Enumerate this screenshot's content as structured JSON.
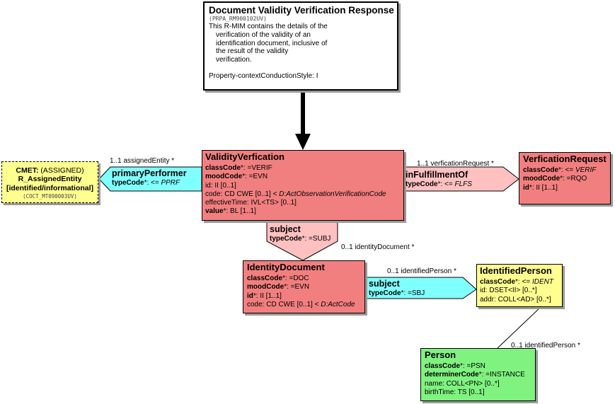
{
  "header": {
    "title": "Document Validity Verification Response",
    "id": "(PRPA_RM900102UV)",
    "description": [
      "This R-MIM contains the details of the",
      "verification of the validity of an",
      "identification document, inclusive of",
      "the result of the validity",
      "verification."
    ],
    "style": "Property-contextConductionStyle: I"
  },
  "cmet": {
    "line1_bold": "CMET:",
    "line1_rest": " (ASSIGNED)",
    "name": "R_AssignedEntity",
    "type": "[identified/informational]",
    "id": "(COCT_MT090003UV)"
  },
  "primary_performer": {
    "name": "primaryPerformer",
    "attr": "typeCode",
    "val": "*: <= ",
    "val_i": "PPRF"
  },
  "validity": {
    "title": "ValidityVerfication",
    "lines": [
      {
        "b": "classCode",
        "r": "*: =VERIF",
        "i": ""
      },
      {
        "b": "moodCode",
        "r": "*: =EVN",
        "i": ""
      },
      {
        "b": "",
        "r": "id: II [0..1]",
        "i": ""
      },
      {
        "b": "",
        "r": "code: CD CWE [0..1] < ",
        "i": "D:ActObservationVerificationCode"
      },
      {
        "b": "",
        "r": "effectiveTime: IVL<TS> [0..1]",
        "i": ""
      },
      {
        "b": "value",
        "r": "*: BL [1..1]",
        "i": ""
      }
    ]
  },
  "fulfillment": {
    "name": "inFulfillmentOf",
    "attr": "typeCode",
    "val": "*: <= ",
    "val_i": "FLFS"
  },
  "request": {
    "title": "VerficationRequest",
    "lines": [
      {
        "b": "classCode",
        "r": "*: <= ",
        "i": "VERIF"
      },
      {
        "b": "moodCode",
        "r": "*: =RQO",
        "i": ""
      },
      {
        "b": "id",
        "r": "*: II [1..1]",
        "i": ""
      }
    ]
  },
  "subject1": {
    "name": "subject",
    "attr": "typeCode",
    "val": "*: =SUBJ"
  },
  "identity": {
    "title": "IdentityDocument",
    "lines": [
      {
        "b": "classCode",
        "r": "*: =DOC",
        "i": ""
      },
      {
        "b": "moodCode",
        "r": "*: =EVN",
        "i": ""
      },
      {
        "b": "id",
        "r": "*: II [1..1]",
        "i": ""
      },
      {
        "b": "",
        "r": "code: CD CWE [0..1] < ",
        "i": "D:ActCode"
      }
    ]
  },
  "subject2": {
    "name": "subject",
    "attr": "typeCode",
    "val": "*: =SBJ"
  },
  "identified_person": {
    "title": "IdentifiedPerson",
    "lines": [
      {
        "b": "classCode",
        "r": "*: <= ",
        "i": "IDENT"
      },
      {
        "b": "",
        "r": "id: DSET<II> [0..*]",
        "i": ""
      },
      {
        "b": "",
        "r": "addr: COLL<AD> [0..*]",
        "i": ""
      }
    ]
  },
  "person": {
    "title": "Person",
    "lines": [
      {
        "b": "classCode",
        "r": "*: =PSN",
        "i": ""
      },
      {
        "b": "determinerCode",
        "r": "*: =INSTANCE",
        "i": ""
      },
      {
        "b": "",
        "r": "name: COLL<PN> [0..*]",
        "i": ""
      },
      {
        "b": "",
        "r": "birthTime: TS [0..1]",
        "i": ""
      }
    ]
  },
  "labels": {
    "assigned_entity": "1..1 assignedEntity  *",
    "verification_request": "1..1 verficationRequest  *",
    "identity_document": "0..1 identityDocument  *",
    "identified_person_1": "0..1 identifiedPerson  *",
    "identified_person_2": "0..1 identifiedPerson  *"
  },
  "colors": {
    "act": "#f27f7f",
    "role": "#ffff90",
    "entity": "#7ff27f",
    "link": "#80ffff",
    "pink": "#ffc0c0"
  }
}
